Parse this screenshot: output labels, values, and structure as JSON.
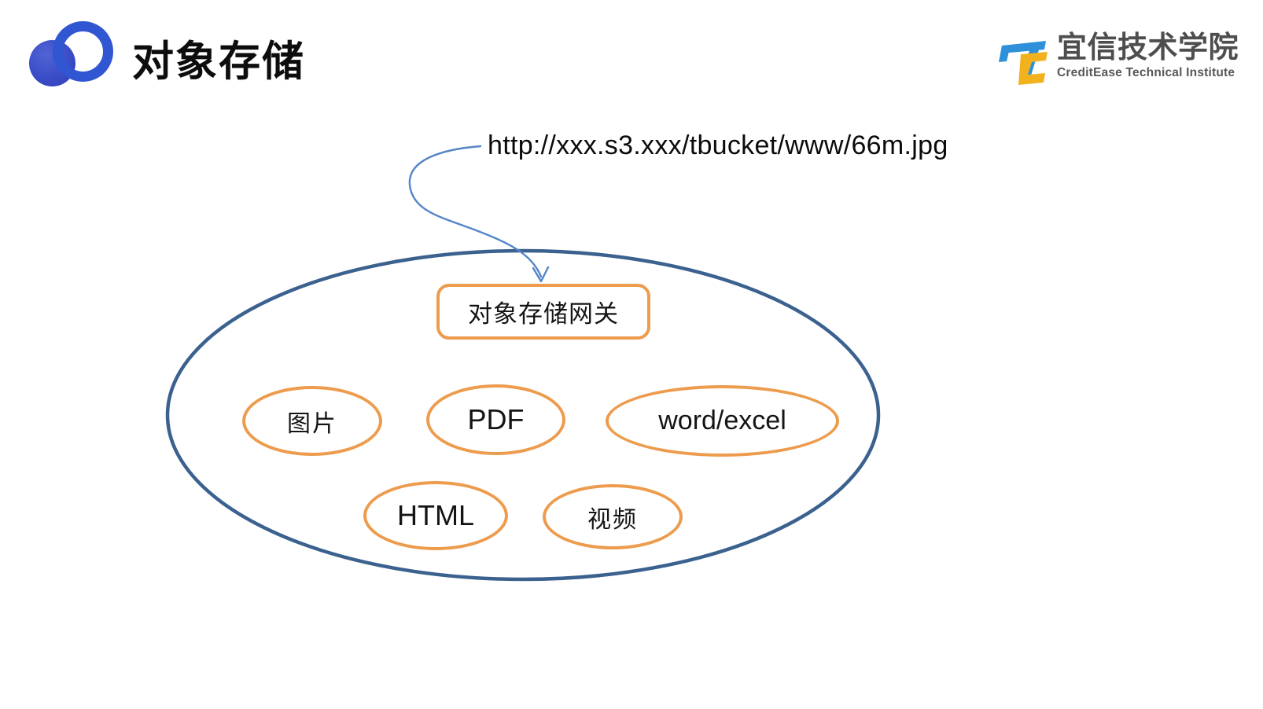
{
  "slide": {
    "title": "对象存储"
  },
  "brand": {
    "name": "宜信技术学院",
    "subtitle": "CreditEase Technical Institute"
  },
  "diagram": {
    "url": "http://xxx.s3.xxx/tbucket/www/66m.jpg",
    "gateway": "对象存储网关",
    "nodes": [
      {
        "id": "image",
        "label": "图片"
      },
      {
        "id": "pdf",
        "label": "PDF"
      },
      {
        "id": "word-excel",
        "label": "word/excel"
      },
      {
        "id": "html",
        "label": "HTML"
      },
      {
        "id": "video",
        "label": "视频"
      }
    ]
  },
  "colors": {
    "node_orange": "#ED9B4C",
    "boundary_blue": "#3B618F",
    "arrow_blue": "#5585C7",
    "logo_blue": "#3056D2",
    "brand_icon_blue": "#2E90D8",
    "brand_icon_yellow": "#F2B21E"
  }
}
